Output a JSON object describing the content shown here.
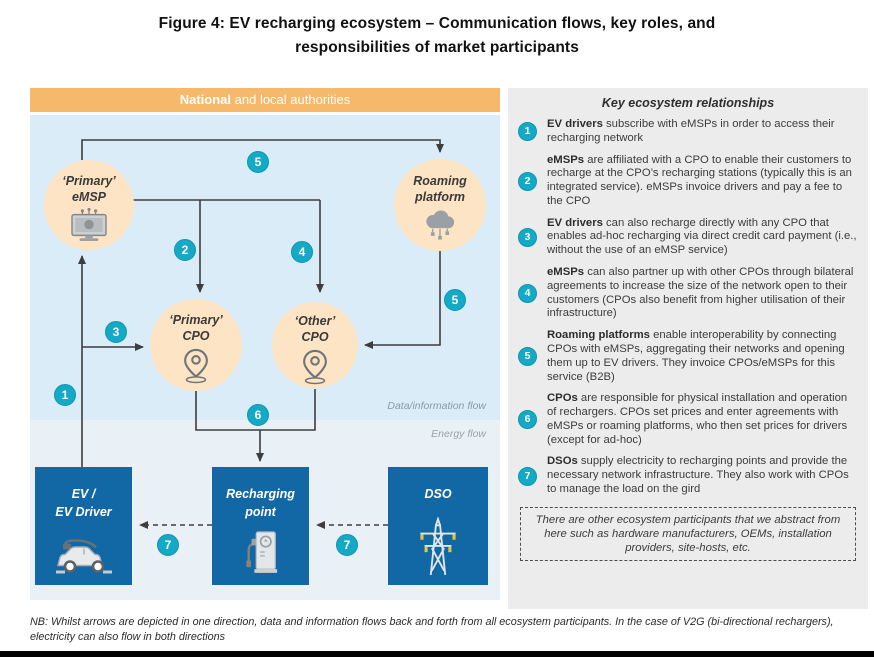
{
  "figure_title": "Figure 4: EV recharging ecosystem – Communication flows, key roles, and responsibilities of market participants",
  "diagram": {
    "authorities_bar": {
      "bold": "National",
      "rest": "and local authorities"
    },
    "nodes": {
      "emsp": {
        "label": "‘Primary’\neMSP",
        "icon": "monitor-icon"
      },
      "roaming": {
        "label": "Roaming\nplatform",
        "icon": "cloud-network-icon"
      },
      "primary_cpo": {
        "label": "‘Primary’\nCPO",
        "icon": "location-pin-icon"
      },
      "other_cpo": {
        "label": "‘Other’\nCPO",
        "icon": "location-pin-icon"
      },
      "ev_driver": {
        "label": "EV /\nEV Driver",
        "icon": "car-icon"
      },
      "recharging_point": {
        "label": "Recharging\npoint",
        "icon": "charging-station-icon"
      },
      "dso": {
        "label": "DSO",
        "icon": "transmission-tower-icon"
      }
    },
    "flow_labels": {
      "data": "Data/information flow",
      "energy": "Energy flow"
    },
    "badges": {
      "b1": "1",
      "b2": "2",
      "b3": "3",
      "b4": "4",
      "b5_top": "5",
      "b5_right": "5",
      "b6": "6",
      "b7_left": "7",
      "b7_right": "7"
    }
  },
  "key_panel": {
    "title": "Key ecosystem relationships",
    "items": [
      {
        "num": "1",
        "bold": "EV drivers",
        "rest": "subscribe with eMSPs in order to access their recharging network"
      },
      {
        "num": "2",
        "bold": "eMSPs",
        "rest": "are affiliated with a CPO to enable their customers to recharge at the CPO’s recharging stations (typically this is an integrated service). eMSPs invoice drivers and pay a fee to the CPO"
      },
      {
        "num": "3",
        "bold": "EV drivers",
        "rest": "can also recharge directly with any CPO that enables ad-hoc recharging via direct credit card payment (i.e., without the use of an eMSP service)"
      },
      {
        "num": "4",
        "bold": "eMSPs",
        "rest": "can also partner up with other CPOs through bilateral agreements to increase the size of the network open to their customers (CPOs also benefit from higher utilisation of their infrastructure)"
      },
      {
        "num": "5",
        "bold": "Roaming platforms",
        "rest": "enable interoperability by connecting CPOs with eMSPs, aggregating their networks and opening them up to EV drivers. They invoice CPOs/eMSPs for this service (B2B)"
      },
      {
        "num": "6",
        "bold": "CPOs",
        "rest": "are responsible for physical installation and operation of rechargers. CPOs set prices and enter agreements with eMSPs or roaming platforms, who then set prices for drivers (except for ad-hoc)"
      },
      {
        "num": "7",
        "bold": "DSOs",
        "rest": "supply electricity to recharging points and provide the necessary network infrastructure. They also work with CPOs to manage the load on the gird"
      }
    ],
    "note": "There are other ecosystem participants that we abstract from here such as hardware manufacturers, OEMs, installation providers, site-hosts, etc."
  },
  "footnote": "NB: Whilst arrows are depicted in one direction, data and information flows back and forth from all ecosystem participants. In the case of V2G (bi-directional rechargers), electricity can also flow in both directions",
  "colors": {
    "authorities_bar": "#f6b86a",
    "data_flow_bg": "#d9ecf8",
    "energy_flow_bg": "#eaf1f6",
    "node_circle": "#fce4c4",
    "entity_box": "#1268a4",
    "badge_teal": "#14a9c5",
    "panel_bg": "#ececec",
    "arrow": "#3d3d3d"
  }
}
